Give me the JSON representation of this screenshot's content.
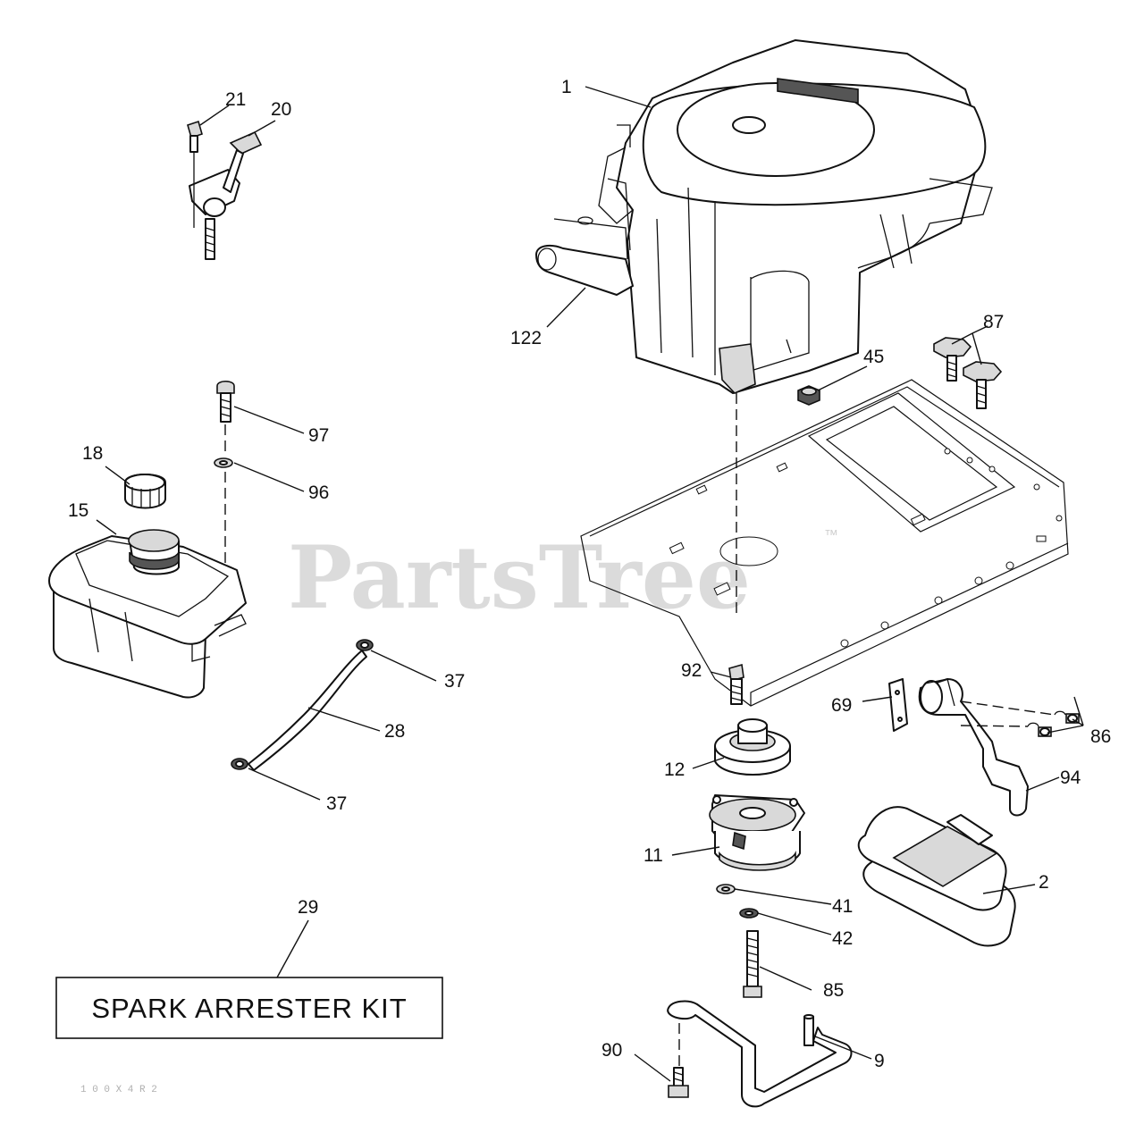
{
  "watermark": {
    "text": "PartsTree",
    "mark": "™"
  },
  "kit_label": "SPARK ARRESTER KIT",
  "drawing_code": "1 0 0 X 4 R 2",
  "callouts": {
    "c1": "1",
    "c2": "2",
    "c9": "9",
    "c11": "11",
    "c12": "12",
    "c15": "15",
    "c18": "18",
    "c20": "20",
    "c21": "21",
    "c28": "28",
    "c29": "29",
    "c37a": "37",
    "c37b": "37",
    "c41": "41",
    "c42": "42",
    "c45": "45",
    "c69": "69",
    "c85": "85",
    "c86": "86",
    "c87": "87",
    "c90": "90",
    "c92": "92",
    "c94": "94",
    "c96": "96",
    "c97": "97",
    "c122": "122"
  },
  "parts": [
    {
      "callout": "1",
      "icon": "engine-icon"
    },
    {
      "callout": "2",
      "icon": "engine-mat-icon"
    },
    {
      "callout": "9",
      "icon": "pto-bracket-icon"
    },
    {
      "callout": "11",
      "icon": "electric-clutch-icon"
    },
    {
      "callout": "12",
      "icon": "pulley-icon"
    },
    {
      "callout": "15",
      "icon": "fuel-tank-icon"
    },
    {
      "callout": "18",
      "icon": "fuel-cap-icon"
    },
    {
      "callout": "20",
      "icon": "throttle-control-icon"
    },
    {
      "callout": "21",
      "icon": "bolt-icon"
    },
    {
      "callout": "28",
      "icon": "fuel-line-icon"
    },
    {
      "callout": "37",
      "icon": "hose-clamp-icon"
    },
    {
      "callout": "41",
      "icon": "washer-icon"
    },
    {
      "callout": "42",
      "icon": "lock-washer-icon"
    },
    {
      "callout": "45",
      "icon": "nut-icon"
    },
    {
      "callout": "69",
      "icon": "gasket-icon"
    },
    {
      "callout": "85",
      "icon": "bolt-icon"
    },
    {
      "callout": "86",
      "icon": "nut-icon"
    },
    {
      "callout": "87",
      "icon": "engine-bolt-icon"
    },
    {
      "callout": "90",
      "icon": "bolt-icon"
    },
    {
      "callout": "92",
      "icon": "bolt-icon"
    },
    {
      "callout": "94",
      "icon": "exhaust-pipe-icon"
    },
    {
      "callout": "96",
      "icon": "washer-icon"
    },
    {
      "callout": "97",
      "icon": "bolt-icon"
    },
    {
      "callout": "122",
      "icon": "air-duct-icon"
    }
  ]
}
